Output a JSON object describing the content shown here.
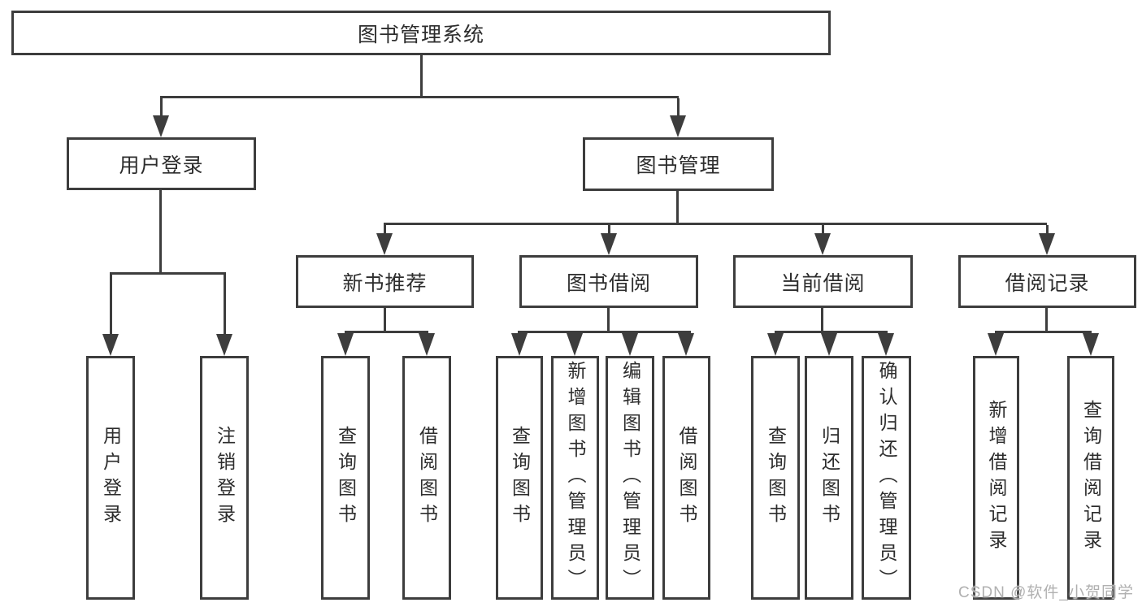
{
  "tree": {
    "root": {
      "label": "图书管理系统"
    },
    "level1": [
      {
        "label": "用户登录"
      },
      {
        "label": "图书管理"
      }
    ],
    "level2": [
      {
        "label": "新书推荐",
        "parent": "图书管理"
      },
      {
        "label": "图书借阅",
        "parent": "图书管理"
      },
      {
        "label": "当前借阅",
        "parent": "图书管理"
      },
      {
        "label": "借阅记录",
        "parent": "图书管理"
      }
    ],
    "leaves": [
      {
        "label": "用户登录",
        "parent": "用户登录"
      },
      {
        "label": "注销登录",
        "parent": "用户登录"
      },
      {
        "label": "查询图书",
        "parent": "新书推荐"
      },
      {
        "label": "借阅图书",
        "parent": "新书推荐"
      },
      {
        "label": "查询图书",
        "parent": "图书借阅"
      },
      {
        "label": "新增图书（管理员）",
        "parent": "图书借阅"
      },
      {
        "label": "编辑图书（管理员）",
        "parent": "图书借阅"
      },
      {
        "label": "借阅图书",
        "parent": "图书借阅"
      },
      {
        "label": "查询图书",
        "parent": "当前借阅"
      },
      {
        "label": "归还图书",
        "parent": "当前借阅"
      },
      {
        "label": "确认归还（管理员）",
        "parent": "当前借阅"
      },
      {
        "label": "新增借阅记录",
        "parent": "借阅记录"
      },
      {
        "label": "查询借阅记录",
        "parent": "借阅记录"
      }
    ]
  },
  "watermark": {
    "text": "CSDN @软件_小贺同学"
  },
  "colors": {
    "line": "#3d3d3d",
    "text": "#2d2d2d",
    "box_background": "#ffffff",
    "watermark": "#b0b0b0",
    "page_background": "#ffffff"
  }
}
